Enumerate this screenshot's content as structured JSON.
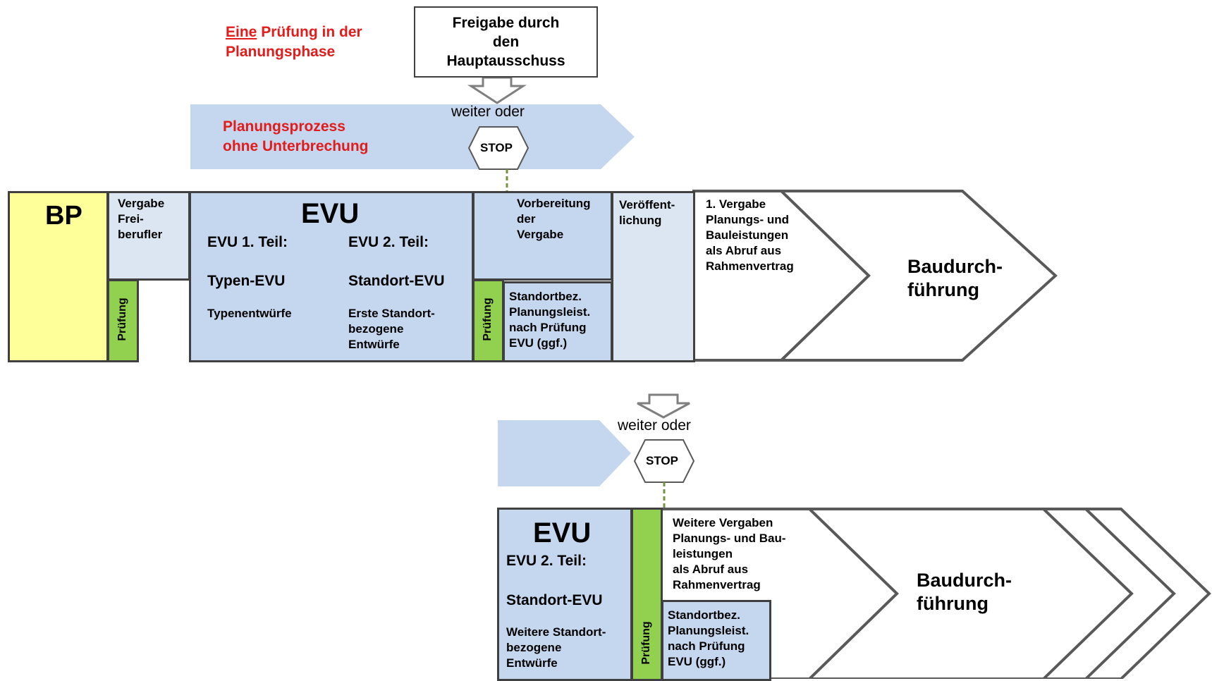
{
  "colors": {
    "yellow": "#ffff99",
    "blue": "#c5d7ee",
    "lightblue": "#dce6f2",
    "green": "#92d050",
    "border": "#404040",
    "red": "#e31b1b",
    "dash": "#77933c"
  },
  "top": {
    "note_underlined": "Eine",
    "note_rest": " Prüfung in der\nPlanungsphase",
    "release": "Freigabe durch\nden\nHauptausschuss",
    "process": "Planungsprozess\nohne Unterbrechung",
    "weiter": "weiter oder",
    "stop": "STOP"
  },
  "row1": {
    "bp": "BP",
    "vergabe_frei": "Vergabe\nFrei-\nberufler",
    "pruefung": "Prüfung",
    "evu": "EVU",
    "evu1_title": "EVU 1. Teil:",
    "evu1_type": "Typen-EVU",
    "evu1_desc": "Typenentwürfe",
    "evu2_title": "EVU 2. Teil:",
    "evu2_type": "Standort-EVU",
    "evu2_desc": "Erste Standort-\nbezogene\nEntwürfe",
    "vorbereitung": "Vorbereitung\nder\nVergabe",
    "pruefung2": "Prüfung",
    "standortbez": "Standortbez.\nPlanungsleist.\nnach Prüfung\nEVU (ggf.)",
    "veroeffentlichung": "Veröffent-\nlichung",
    "vergabe1": "1. Vergabe\nPlanungs- und\nBauleistungen\nals Abruf aus\nRahmenvertrag",
    "baudurch": "Baudurch-\nführung"
  },
  "mid": {
    "weiter": "weiter oder",
    "stop": "STOP"
  },
  "row2": {
    "evu": "EVU",
    "evu2_title": "EVU 2. Teil:",
    "evu2_type": "Standort-EVU",
    "evu2_desc": "Weitere Standort-\nbezogene\nEntwürfe",
    "pruefung": "Prüfung",
    "weitere": "Weitere Vergaben\nPlanungs- und Bau-\nleistungen\nals Abruf aus\nRahmenvertrag",
    "standortbez": "Standortbez.\nPlanungsleist.\nnach Prüfung\nEVU (ggf.)",
    "baudurch": "Baudurch-\nführung"
  }
}
